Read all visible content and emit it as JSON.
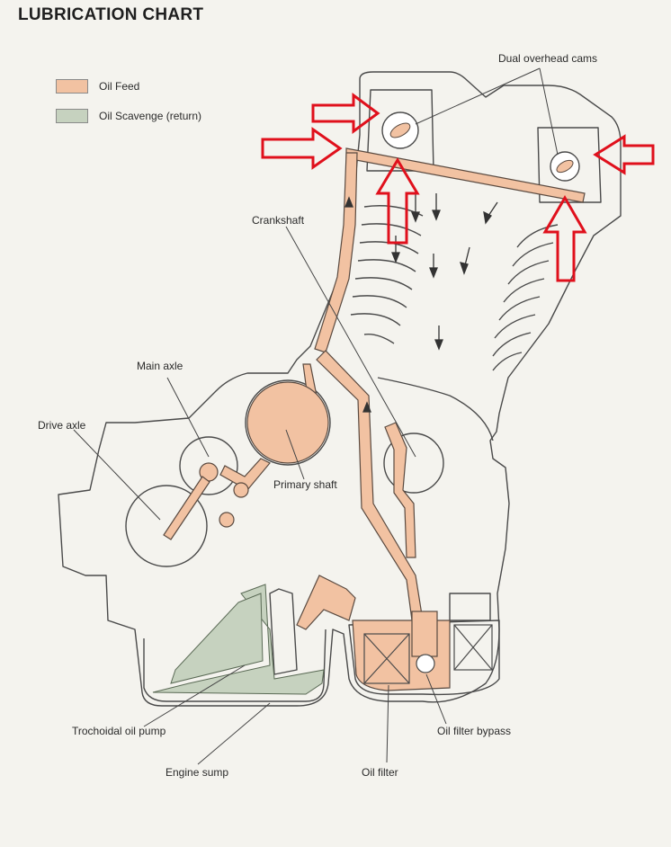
{
  "title": "LUBRICATION CHART",
  "legend": [
    {
      "label": "Oil Feed",
      "color": "#f2c2a2"
    },
    {
      "label": "Oil Scavenge (return)",
      "color": "#c6d2bf"
    }
  ],
  "labels": {
    "dual_cams": "Dual overhead cams",
    "crankshaft": "Crankshaft",
    "main_axle": "Main axle",
    "drive_axle": "Drive axle",
    "primary_shaft": "Primary shaft",
    "oil_pump": "Trochoidal oil pump",
    "engine_sump": "Engine sump",
    "oil_filter": "Oil filter",
    "filter_bypass": "Oil filter bypass"
  },
  "colors": {
    "line": "#4a4a4a",
    "feed": "#f2c2a2",
    "scavenge": "#c6d2bf",
    "annotation_arrow": "#e0101c"
  }
}
